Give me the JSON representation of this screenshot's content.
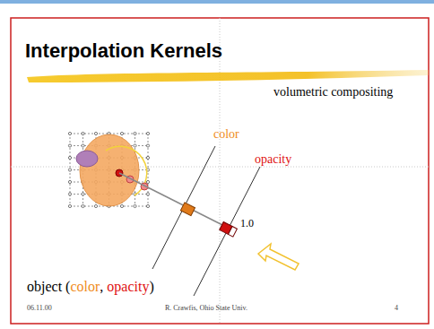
{
  "diagram": {
    "title": "Interpolation Kernels",
    "labels": [
      "volumetric compositing",
      "color",
      "opacity",
      "1.0",
      "object (",
      "color",
      ", ",
      "opacity",
      ")",
      "06.11.00",
      "R. Crawfis, Ohio State Univ.",
      "4"
    ]
  }
}
